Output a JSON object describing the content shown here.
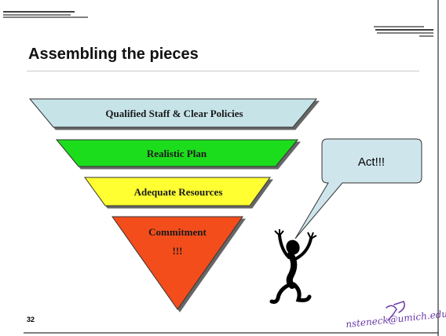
{
  "slide": {
    "title": "Assembling the pieces",
    "page_number": "32"
  },
  "pyramid": {
    "tiers": [
      {
        "label": "Qualified Staff & Clear Policies",
        "color": "#c6e3e8"
      },
      {
        "label": "Realistic Plan",
        "color": "#1fdd1f"
      },
      {
        "label": "Adequate Resources",
        "color": "#ffff33"
      },
      {
        "label": "Commitment",
        "label_line2": "!!!",
        "color": "#f34d1f"
      }
    ]
  },
  "speech_bubble": {
    "text": "Act!!!",
    "color": "#cfe5ec"
  },
  "figure": {
    "icon": "cheering-stick-figure-icon"
  },
  "signature": {
    "text": "nsteneck@umich.edu",
    "color": "#6a3aa8"
  }
}
